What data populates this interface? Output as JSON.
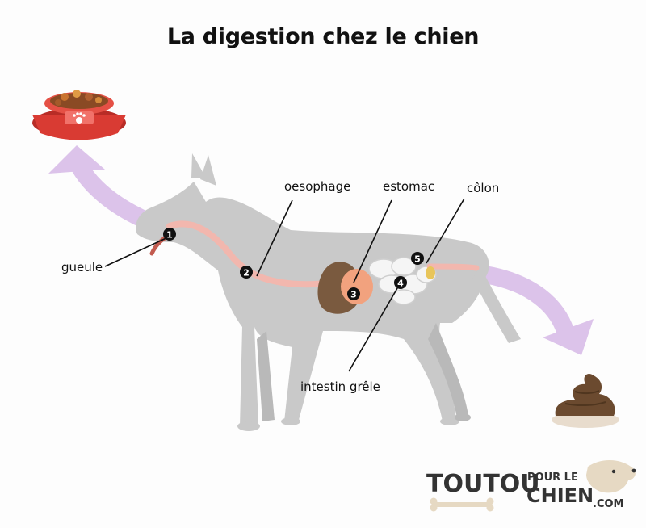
{
  "title": "La digestion chez le chien",
  "labels": {
    "gueule": "gueule",
    "oesophage": "oesophage",
    "estomac": "estomac",
    "colon": "côlon",
    "intestin": "intestin grêle"
  },
  "markers": [
    "1",
    "2",
    "3",
    "4",
    "5"
  ],
  "brand": {
    "word1": "TOUTOU",
    "word2": "POUR LE",
    "word3": "CHIEN",
    "word4": ".COM"
  },
  "colors": {
    "dog": "#c9c9c9",
    "arrow": "#dcc3ea",
    "bowl": "#d93b33",
    "esophagus": "#f2b7ae",
    "stomach": "#f2a27e",
    "liver": "#7a5a3f",
    "poop": "#6b4a2f"
  },
  "icons": [
    "dog-bowl-icon",
    "paw-icon",
    "poop-icon",
    "bone-icon",
    "dog-head-icon"
  ]
}
